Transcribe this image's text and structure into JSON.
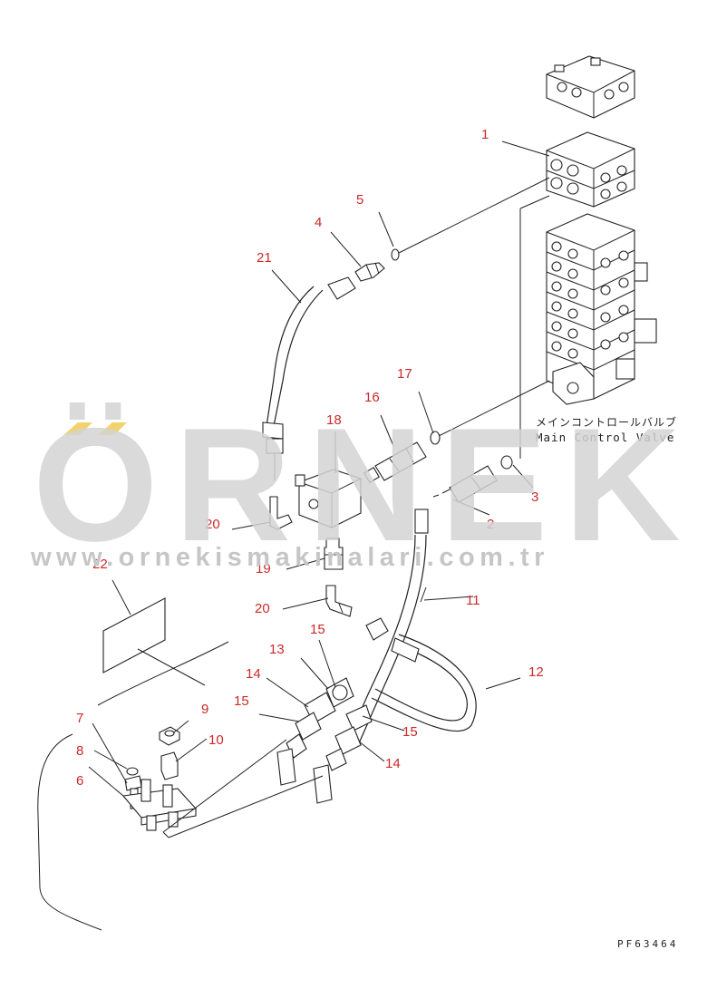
{
  "labels": {
    "main_control_valve_jp": "メインコントロールバルブ",
    "main_control_valve_en": "Main Control Valve",
    "drawing_code": "PF63464"
  },
  "watermark": {
    "brand": "ÖRNEK",
    "url": "www.ornekismakinalari.com.tr"
  },
  "callouts": [
    "1",
    "2",
    "3",
    "4",
    "5",
    "6",
    "7",
    "8",
    "9",
    "10",
    "11",
    "12",
    "13",
    "14",
    "14",
    "15",
    "15",
    "15",
    "16",
    "17",
    "18",
    "19",
    "20",
    "20",
    "21",
    "22"
  ],
  "colors": {
    "callout": "#cc2a2a",
    "line": "#222222",
    "watermark": "#d4d4d4",
    "watermark_accent": "#f2d36b"
  }
}
